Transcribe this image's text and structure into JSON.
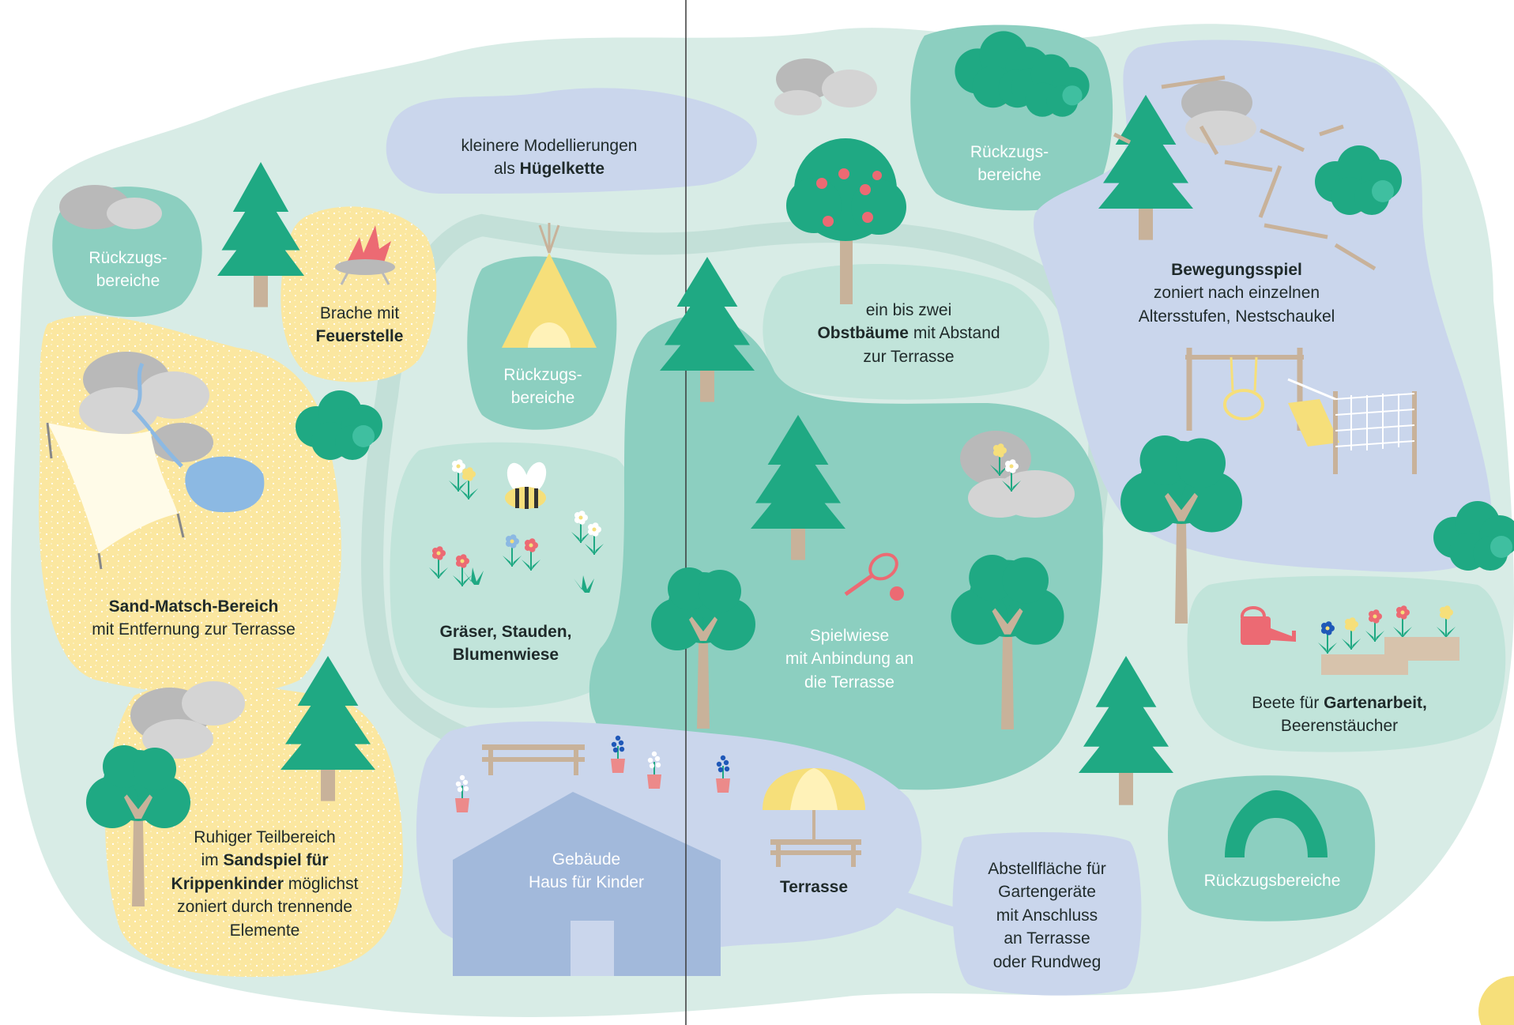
{
  "map_title": "",
  "colors": {
    "ground": "#d8ece6",
    "ground_edge": "#c9e3dc",
    "path": "#c3e0d8",
    "sand": "#fbe7a0",
    "lawn": "#8ccfc0",
    "retreat": "#8ccfc0",
    "lavender": "#cad6ec",
    "building": "#a2b9db",
    "pale_green": "#c1e4da",
    "tree_green": "#1fa983",
    "trunk": "#c8b29a",
    "rock_dark": "#b9b9b9",
    "rock_light": "#d4d4d4",
    "water": "#8cb9e3",
    "yellow": "#f6df7a",
    "divider": "#3a3a3a"
  },
  "icons": [
    "pine-tree-icon",
    "leafy-tree-icon",
    "bush-icon",
    "rock-icon",
    "fire-icon",
    "teepee-icon",
    "apple-tree-icon",
    "bee-icon",
    "flower-icon",
    "grass-icon",
    "tennis-racket-icon",
    "ball-icon",
    "watering-can-icon",
    "planter-icon",
    "bench-icon",
    "umbrella-icon",
    "flowerpot-icon",
    "swing-icon",
    "climbing-net-icon",
    "sun-shade-sail-icon",
    "arch-icon",
    "house-icon"
  ],
  "labels": {
    "retreat_left": [
      "Rückzugs-",
      "bereiche"
    ],
    "hills": {
      "line1": "kleinere Modellierungen",
      "line2_pre": "als ",
      "line2_bold": "Hügelkette"
    },
    "fire": {
      "line1": "Brache mit",
      "line2_bold": "Feuerstelle"
    },
    "retreat_teepee": [
      "Rückzugs-",
      "bereiche"
    ],
    "retreat_top": [
      "Rückzugs-",
      "bereiche"
    ],
    "fruit": {
      "line1": "ein bis zwei",
      "line2_bold": "Obstbäume",
      "line2_rest": " mit Abstand",
      "line3": "zur Terrasse"
    },
    "movement": {
      "line1_bold": "Bewegungsspiel",
      "line2": "zoniert nach einzelnen",
      "line3": "Altersstufen, Nestschaukel"
    },
    "sand": {
      "line1_bold": "Sand-Matsch-Bereich",
      "line2": "mit Entfernung zur Terrasse"
    },
    "flowers": {
      "line1_bold": "Gräser, Stauden,",
      "line2_bold": "Blumenwiese"
    },
    "lawn": {
      "line1": "Spielwiese",
      "line2": "mit Anbindung an",
      "line3": "die Terrasse"
    },
    "beds": {
      "line1_pre": "Beete für ",
      "line1_bold": "Gartenarbeit,",
      "line2": "Beerenstäucher"
    },
    "quiet": {
      "line1": "Ruhiger Teilbereich",
      "line2_pre": "im ",
      "line2_bold": "Sandspiel für",
      "line3_bold": "Krippenkinder",
      "line3_rest": " möglichst",
      "line4": "zoniert durch trennende",
      "line5": "Elemente"
    },
    "building": {
      "line1": "Gebäude",
      "line2": "Haus für Kinder"
    },
    "terrace": "Terrasse",
    "storage": [
      "Abstellfläche für",
      "Gartengeräte",
      "mit Anschluss",
      "an Terrasse",
      "oder Rundweg"
    ],
    "retreat_arch": "Rückzugsbereiche"
  }
}
